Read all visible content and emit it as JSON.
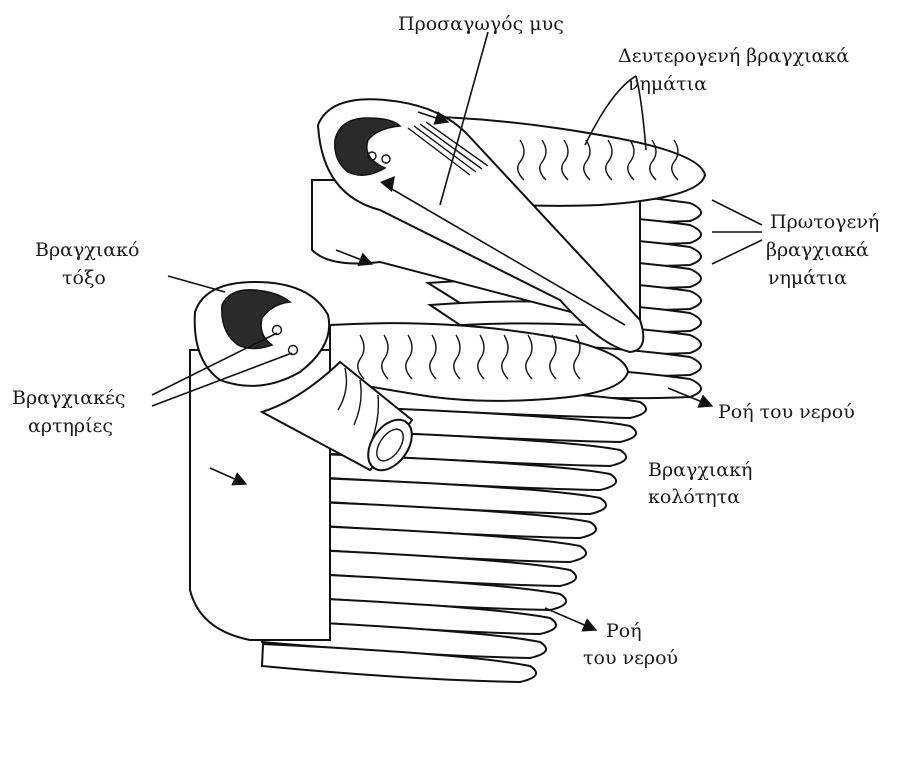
{
  "labels": {
    "adductor_muscle": "Προσαγωγός μυς",
    "secondary_filaments": [
      "Δευτερογενή βραγχιακά",
      "νημάτια"
    ],
    "primary_filaments": [
      "Πρωτογενή",
      "βραγχιακά",
      "νημάτια"
    ],
    "gill_arch": [
      "Βραγχιακό",
      "τόξο"
    ],
    "gill_arteries": [
      "Βραγχιακές",
      "αρτηρίες"
    ],
    "water_flow_right": "Ροή του νερού",
    "gill_cavity": [
      "Βραγχιακή",
      "κολότητα"
    ],
    "water_flow_bottom": [
      "Ροή",
      "του νερού"
    ]
  },
  "colors": {
    "ink": "#111111",
    "background": "#ffffff"
  }
}
